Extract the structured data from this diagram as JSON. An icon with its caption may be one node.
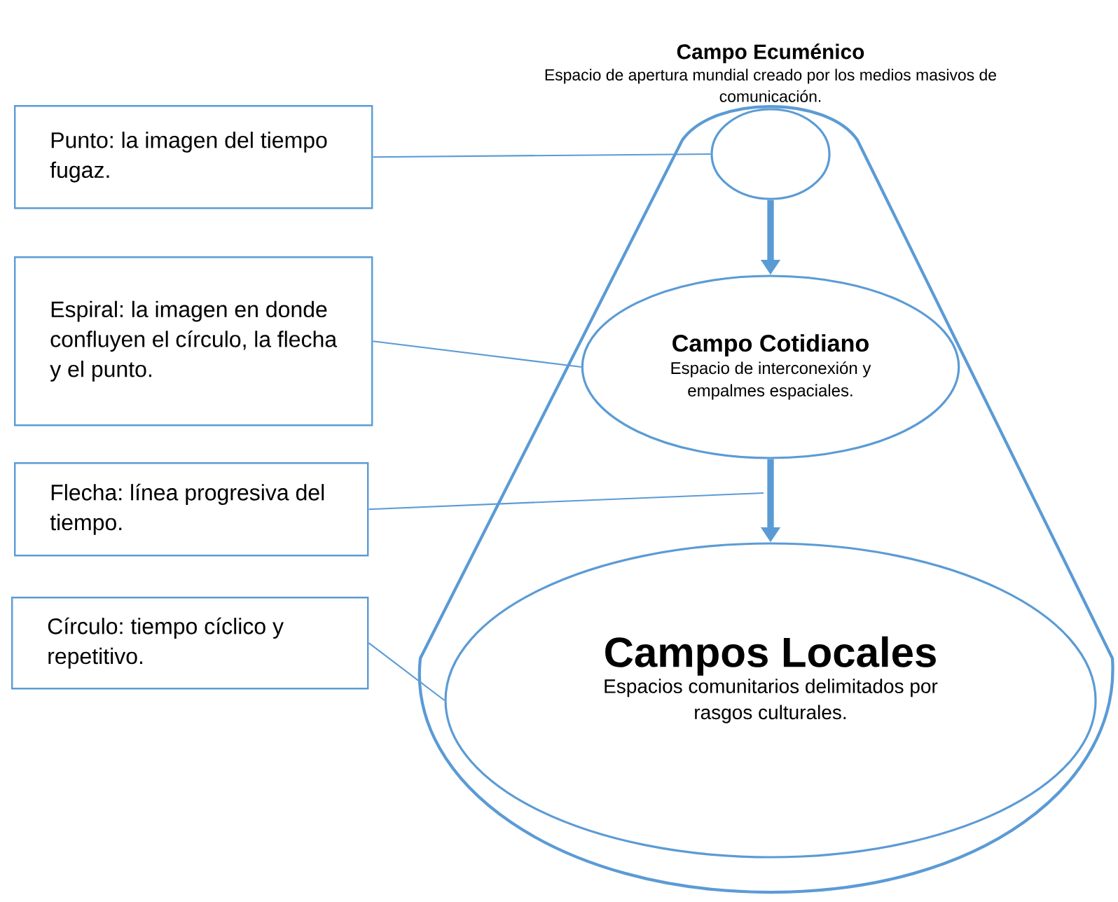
{
  "diagram": {
    "nodes": [
      {
        "text": [
          "Campo Ecuménico",
          "Espacio de apertura mundial creado por los medios masivos de comunicación."
        ]
      },
      {
        "text": [],
        "shape": "circle",
        "in": 0
      },
      {
        "text": [
          "Campo Cotidiano",
          "Espacio de interconexión y empalmes espaciales."
        ],
        "in": 0
      },
      {
        "text": [
          "Campos Locales",
          "Espacios comunitarios delimitados por rasgos culturales."
        ],
        "in": 0
      },
      {
        "text": [
          "Punto: la imagen del tiempo fugaz."
        ]
      },
      {
        "text": [
          "Espiral: la imagen en donde confluyen el círculo, la flecha y el punto."
        ]
      },
      {
        "text": [
          "Flecha: línea progresiva del tiempo."
        ]
      },
      {
        "text": [
          "Círculo: tiempo cíclico y repetitivo."
        ]
      }
    ],
    "edges": [
      {
        "from": 1,
        "to": 2,
        "arrow": "to",
        "style": "thick"
      },
      {
        "from": 2,
        "to": 3,
        "arrow": "to",
        "style": "thick"
      },
      {
        "from": 4,
        "to": 1,
        "arrow": "none"
      },
      {
        "from": 5,
        "to": 2,
        "arrow": "none"
      },
      {
        "from": 6,
        "to": null,
        "arrow": "none"
      },
      {
        "from": 7,
        "to": 3,
        "arrow": "none"
      }
    ]
  }
}
